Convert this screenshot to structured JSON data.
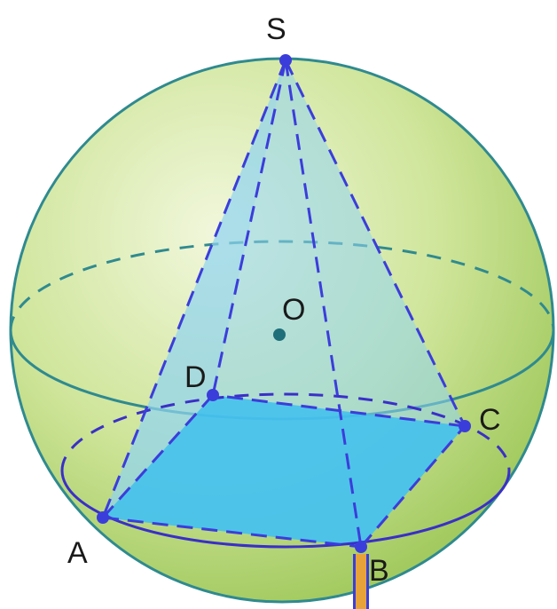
{
  "figure": {
    "labels": {
      "S": "S",
      "O": "O",
      "D": "D",
      "C": "C",
      "A": "A",
      "B": "B"
    },
    "colors": {
      "sphere_light": "#e8f2c8",
      "sphere_dark": "#a9cf63",
      "sphere_outline": "#2f8a8f",
      "pyramid_face": "#8fd3f0",
      "base_fill": "#3ec0f0",
      "edge": "#3b3ddb",
      "circle": "#3a2fc8",
      "center_point": "#1f6f7a",
      "marker": "#e8a23a"
    }
  }
}
